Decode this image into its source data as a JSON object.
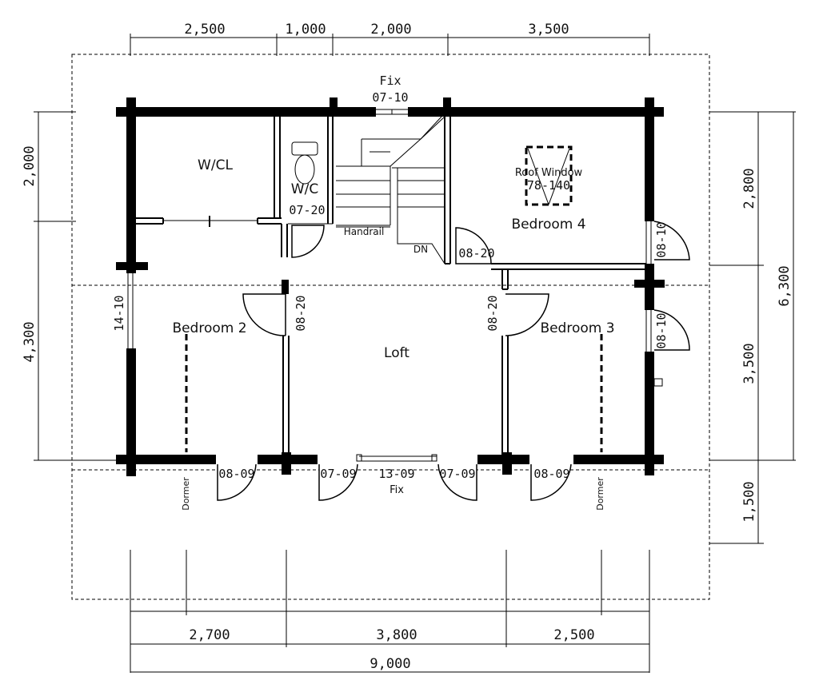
{
  "dimensions": {
    "top": [
      "2,500",
      "1,000",
      "2,000",
      "3,500"
    ],
    "left": [
      "2,000",
      "4,300"
    ],
    "right_inner": [
      "2,800",
      "3,500",
      "1,500"
    ],
    "right_outer": "6,300",
    "bottom_row1": [
      "2,700",
      "3,800",
      "2,500"
    ],
    "bottom_total": "9,000"
  },
  "rooms": {
    "wcl": "W/CL",
    "wc": "W/C",
    "bedroom2": "Bedroom 2",
    "bedroom3": "Bedroom 3",
    "bedroom4": "Bedroom 4",
    "loft": "Loft"
  },
  "codes": {
    "fix_top": "Fix",
    "window_top": "07-10",
    "wc_door": "07-20",
    "bed4_door": "08-20",
    "bed2_door": "08-20",
    "bed3_door": "08-20",
    "bed2_window": "14-10",
    "bed4_window": "08-10",
    "bed3_window": "08-10",
    "bottom_w1": "08-09",
    "bottom_w2": "07-09",
    "bottom_w3": "13-09",
    "bottom_w4": "07-09",
    "bottom_w5": "08-09",
    "fix_bottom": "Fix",
    "roof_window_label": "Roof Window",
    "roof_window_code": "78-140"
  },
  "labels": {
    "handrail": "Handrail",
    "down": "DN",
    "dormer_left": "Dormer",
    "dormer_right": "Dormer"
  }
}
